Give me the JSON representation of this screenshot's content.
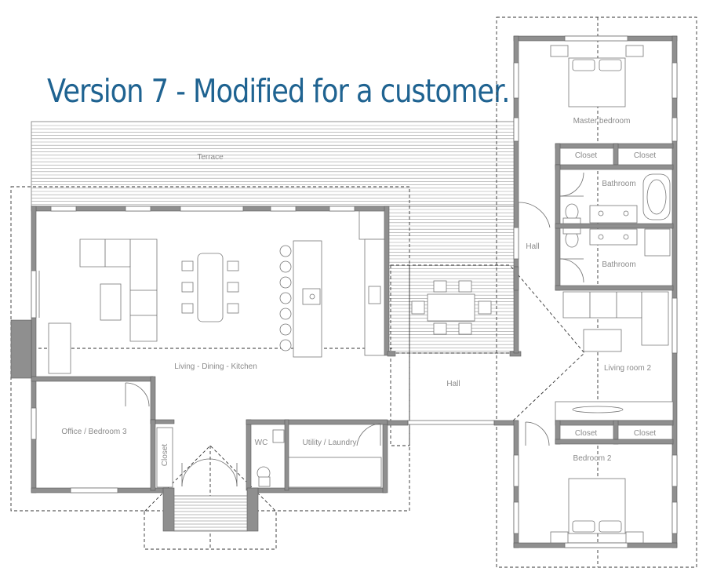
{
  "headline": "Version 7 - Modified for a customer.",
  "rooms": {
    "terrace": "Terrace",
    "living": "Living - Dining - Kitchen",
    "office": "Office / Bedroom 3",
    "closet_vertical": "Closet",
    "wc": "WC",
    "utility": "Utility / Laundry",
    "hall_center": "Hall",
    "hall_right": "Hall",
    "master": "Master bedroom",
    "closet_master_left": "Closet",
    "closet_master_right": "Closet",
    "bath_upper": "Bathroom",
    "bath_lower": "Bathroom",
    "living2": "Living room 2",
    "closet_bed2_left": "Closet",
    "closet_bed2_right": "Closet",
    "bedroom2": "Bedroom 2"
  },
  "colors": {
    "headline": "#1f6391",
    "label": "#8a8a8a",
    "wall": "#8f8f8f"
  }
}
